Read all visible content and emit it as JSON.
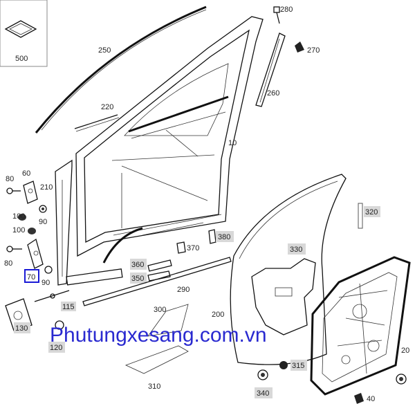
{
  "labels": {
    "p500": "500",
    "p250": "250",
    "p280": "280",
    "p270": "270",
    "p260": "260",
    "p220": "220",
    "p10": "10",
    "p60": "60",
    "p80a": "80",
    "p210": "210",
    "p100a": "100",
    "p90a": "90",
    "p100b": "100",
    "p80b": "80",
    "p70": "70",
    "p90b": "90",
    "p370": "370",
    "p380": "380",
    "p360": "360",
    "p350": "350",
    "p320": "320",
    "p330": "330",
    "p290": "290",
    "p300": "300",
    "p200": "200",
    "p115": "115",
    "p130": "130",
    "p120": "120",
    "p310": "310",
    "p315": "315",
    "p340": "340",
    "p40": "40",
    "p20": "20"
  },
  "watermark": "Phutungxesang.com.vn",
  "colors": {
    "highlight": "#1a1ad6",
    "watermark": "#2a2ad0",
    "label_bg": "#d8d8d8"
  }
}
